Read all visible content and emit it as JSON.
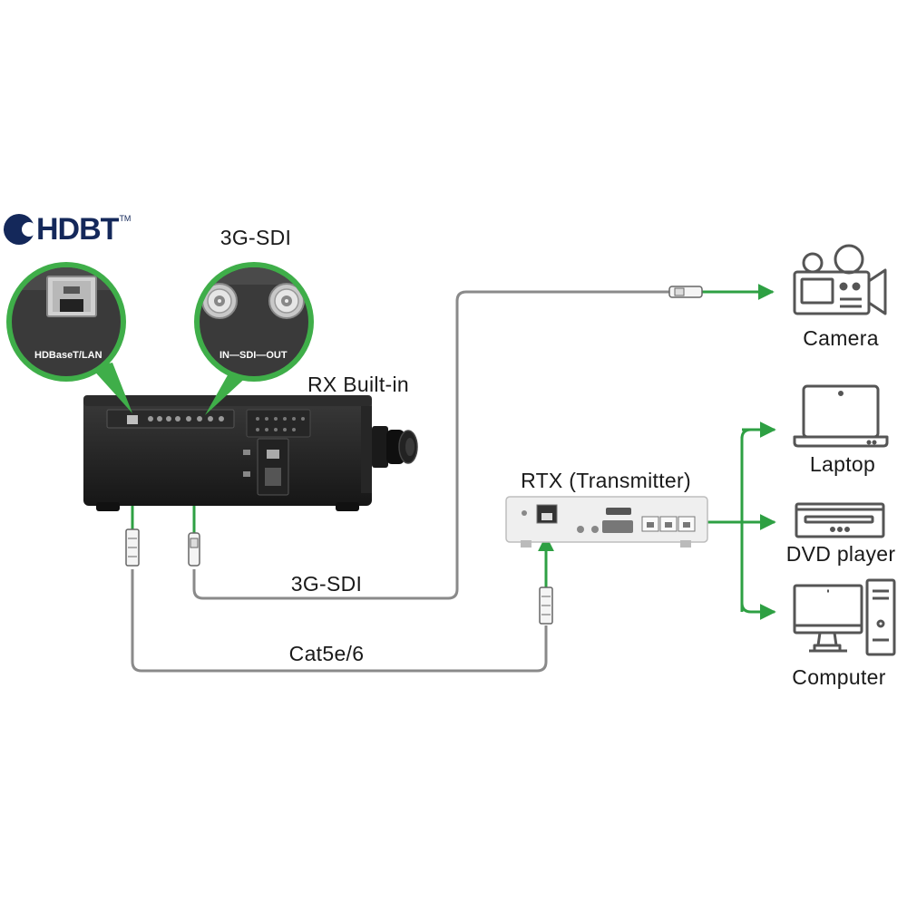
{
  "logo": {
    "text": "HDBT",
    "tm": "TM"
  },
  "callouts": {
    "lan": {
      "caption": "HDBaseT/LAN"
    },
    "sdi": {
      "caption": "IN—SDI—OUT"
    }
  },
  "labels": {
    "sdi_heading": "3G-SDI",
    "rx": "RX Built-in",
    "rtx": "RTX (Transmitter)",
    "cable_sdi": "3G-SDI",
    "cable_cat": "Cat5e/6"
  },
  "devices": [
    {
      "id": "camera",
      "label": "Camera",
      "icon": "camera-icon"
    },
    {
      "id": "laptop",
      "label": "Laptop",
      "icon": "laptop-icon"
    },
    {
      "id": "dvd",
      "label": "DVD player",
      "icon": "dvd-player-icon"
    },
    {
      "id": "computer",
      "label": "Computer",
      "icon": "computer-icon"
    }
  ],
  "colors": {
    "green": "#2ea043",
    "cable_gray": "#8a8a8a",
    "projector": "#1e1e1e",
    "callout_ring": "#3fae49"
  }
}
